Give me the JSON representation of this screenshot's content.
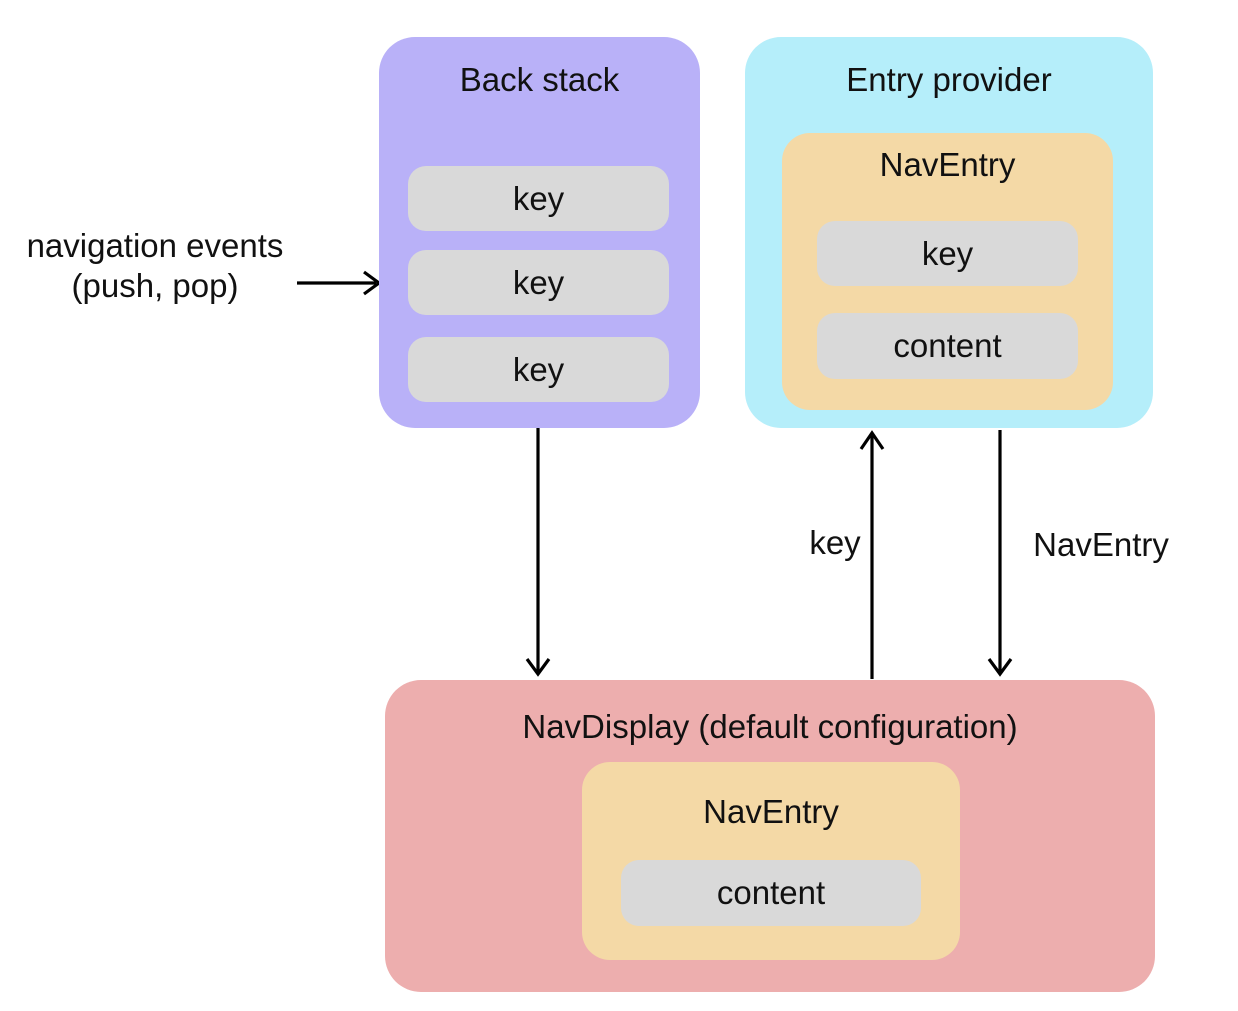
{
  "diagram": {
    "nav_events_label": {
      "line1": "navigation events",
      "line2": "(push, pop)"
    },
    "back_stack": {
      "title": "Back stack",
      "keys": [
        "key",
        "key",
        "key"
      ]
    },
    "entry_provider": {
      "title": "Entry provider",
      "nav_entry": {
        "title": "NavEntry",
        "key": "key",
        "content": "content"
      }
    },
    "nav_display": {
      "title": "NavDisplay (default configuration)",
      "nav_entry": {
        "title": "NavEntry",
        "content": "content"
      }
    },
    "arrows": {
      "key_label": "key",
      "nav_entry_label": "NavEntry"
    },
    "colors": {
      "back_stack": "#b9b1f8",
      "entry_provider": "#b5eefa",
      "nav_entry": "#f4d9a6",
      "nav_display": "#edaeae",
      "pill": "#d9d9d9",
      "arrow": "#000000",
      "background": "#ffffff",
      "text": "#111111"
    }
  }
}
